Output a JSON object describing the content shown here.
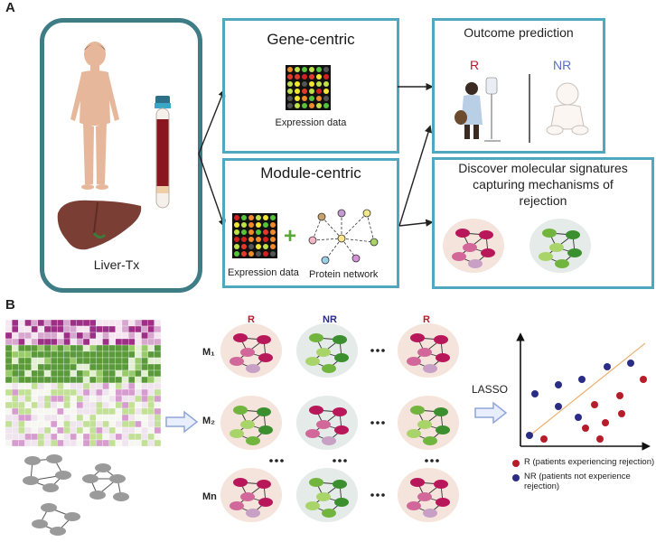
{
  "panels": {
    "a": "A",
    "b": "B"
  },
  "liver_box": {
    "label": "Liver-Tx"
  },
  "gene_box": {
    "title": "Gene-centric",
    "caption": "Expression data"
  },
  "module_box": {
    "title": "Module-centric",
    "expr_caption": "Expression data",
    "plus": "+",
    "net_caption": "Protein network"
  },
  "outcome_box": {
    "title": "Outcome prediction",
    "r_label": "R",
    "nr_label": "NR"
  },
  "discover_box": {
    "title_line1": "Discover molecular signatures",
    "title_line2": "capturing mechanisms of",
    "title_line3": "rejection"
  },
  "panel_b": {
    "col_headers": [
      "R",
      "NR",
      "R"
    ],
    "row_labels": [
      "M₁",
      "M₂",
      "Mn"
    ],
    "ellipsis": "•••",
    "lasso": "LASSO",
    "legend": [
      {
        "label": "R (patients experiencing rejection)",
        "color": "#b71c2b"
      },
      {
        "label": "NR (patients not experience rejection)",
        "color": "#2b2c85"
      }
    ]
  },
  "colors": {
    "box_border": "#4fa8bf",
    "liver_border": "#3e7c86",
    "r_label": "#b71c2b",
    "nr_label": "#5a6fc6",
    "r_bg": "#f4e4dc",
    "nr_bg": "#e4ebe8",
    "node_pink_dark": "#b8185a",
    "node_pink_mid": "#d2679a",
    "node_pink_light": "#c89fc5",
    "node_green_dark": "#3c8f2f",
    "node_green_mid": "#72b53e",
    "node_green_light": "#a9d46a",
    "arrow_block": "#8fa6d8"
  }
}
